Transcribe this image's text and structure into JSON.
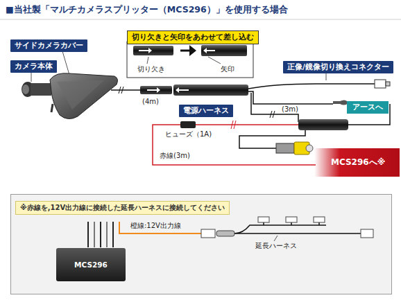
{
  "diagram": {
    "title": "■当社製「マルチカメラスプリッター（MCS296）」を使用する場合",
    "nodes": [
      {
        "text": [
          "サイドカメラカバー"
        ]
      },
      {
        "text": [
          "カメラ本体"
        ]
      },
      {
        "text": [
          "切り欠きと矢印をあわせて差し込む"
        ]
      },
      {
        "text": [
          "正像/鏡像切り換えコネクター"
        ]
      },
      {
        "text": [
          "電源ハーネス"
        ]
      },
      {
        "text": [
          "アースへ"
        ]
      },
      {
        "text": [
          "MCS296へ※"
        ]
      },
      {
        "text": [
          "※赤線を,12V出力線に接続した延長ハーネスに接続してください"
        ]
      },
      {
        "text": [
          "MCS296"
        ],
        "in": 7
      }
    ],
    "labels": [
      "切り欠き",
      "矢印",
      "(4m)",
      "(3m)",
      "ヒューズ（1A)",
      "赤線(3m)",
      "橙線:12V出力線",
      "延長ハーネス"
    ]
  }
}
